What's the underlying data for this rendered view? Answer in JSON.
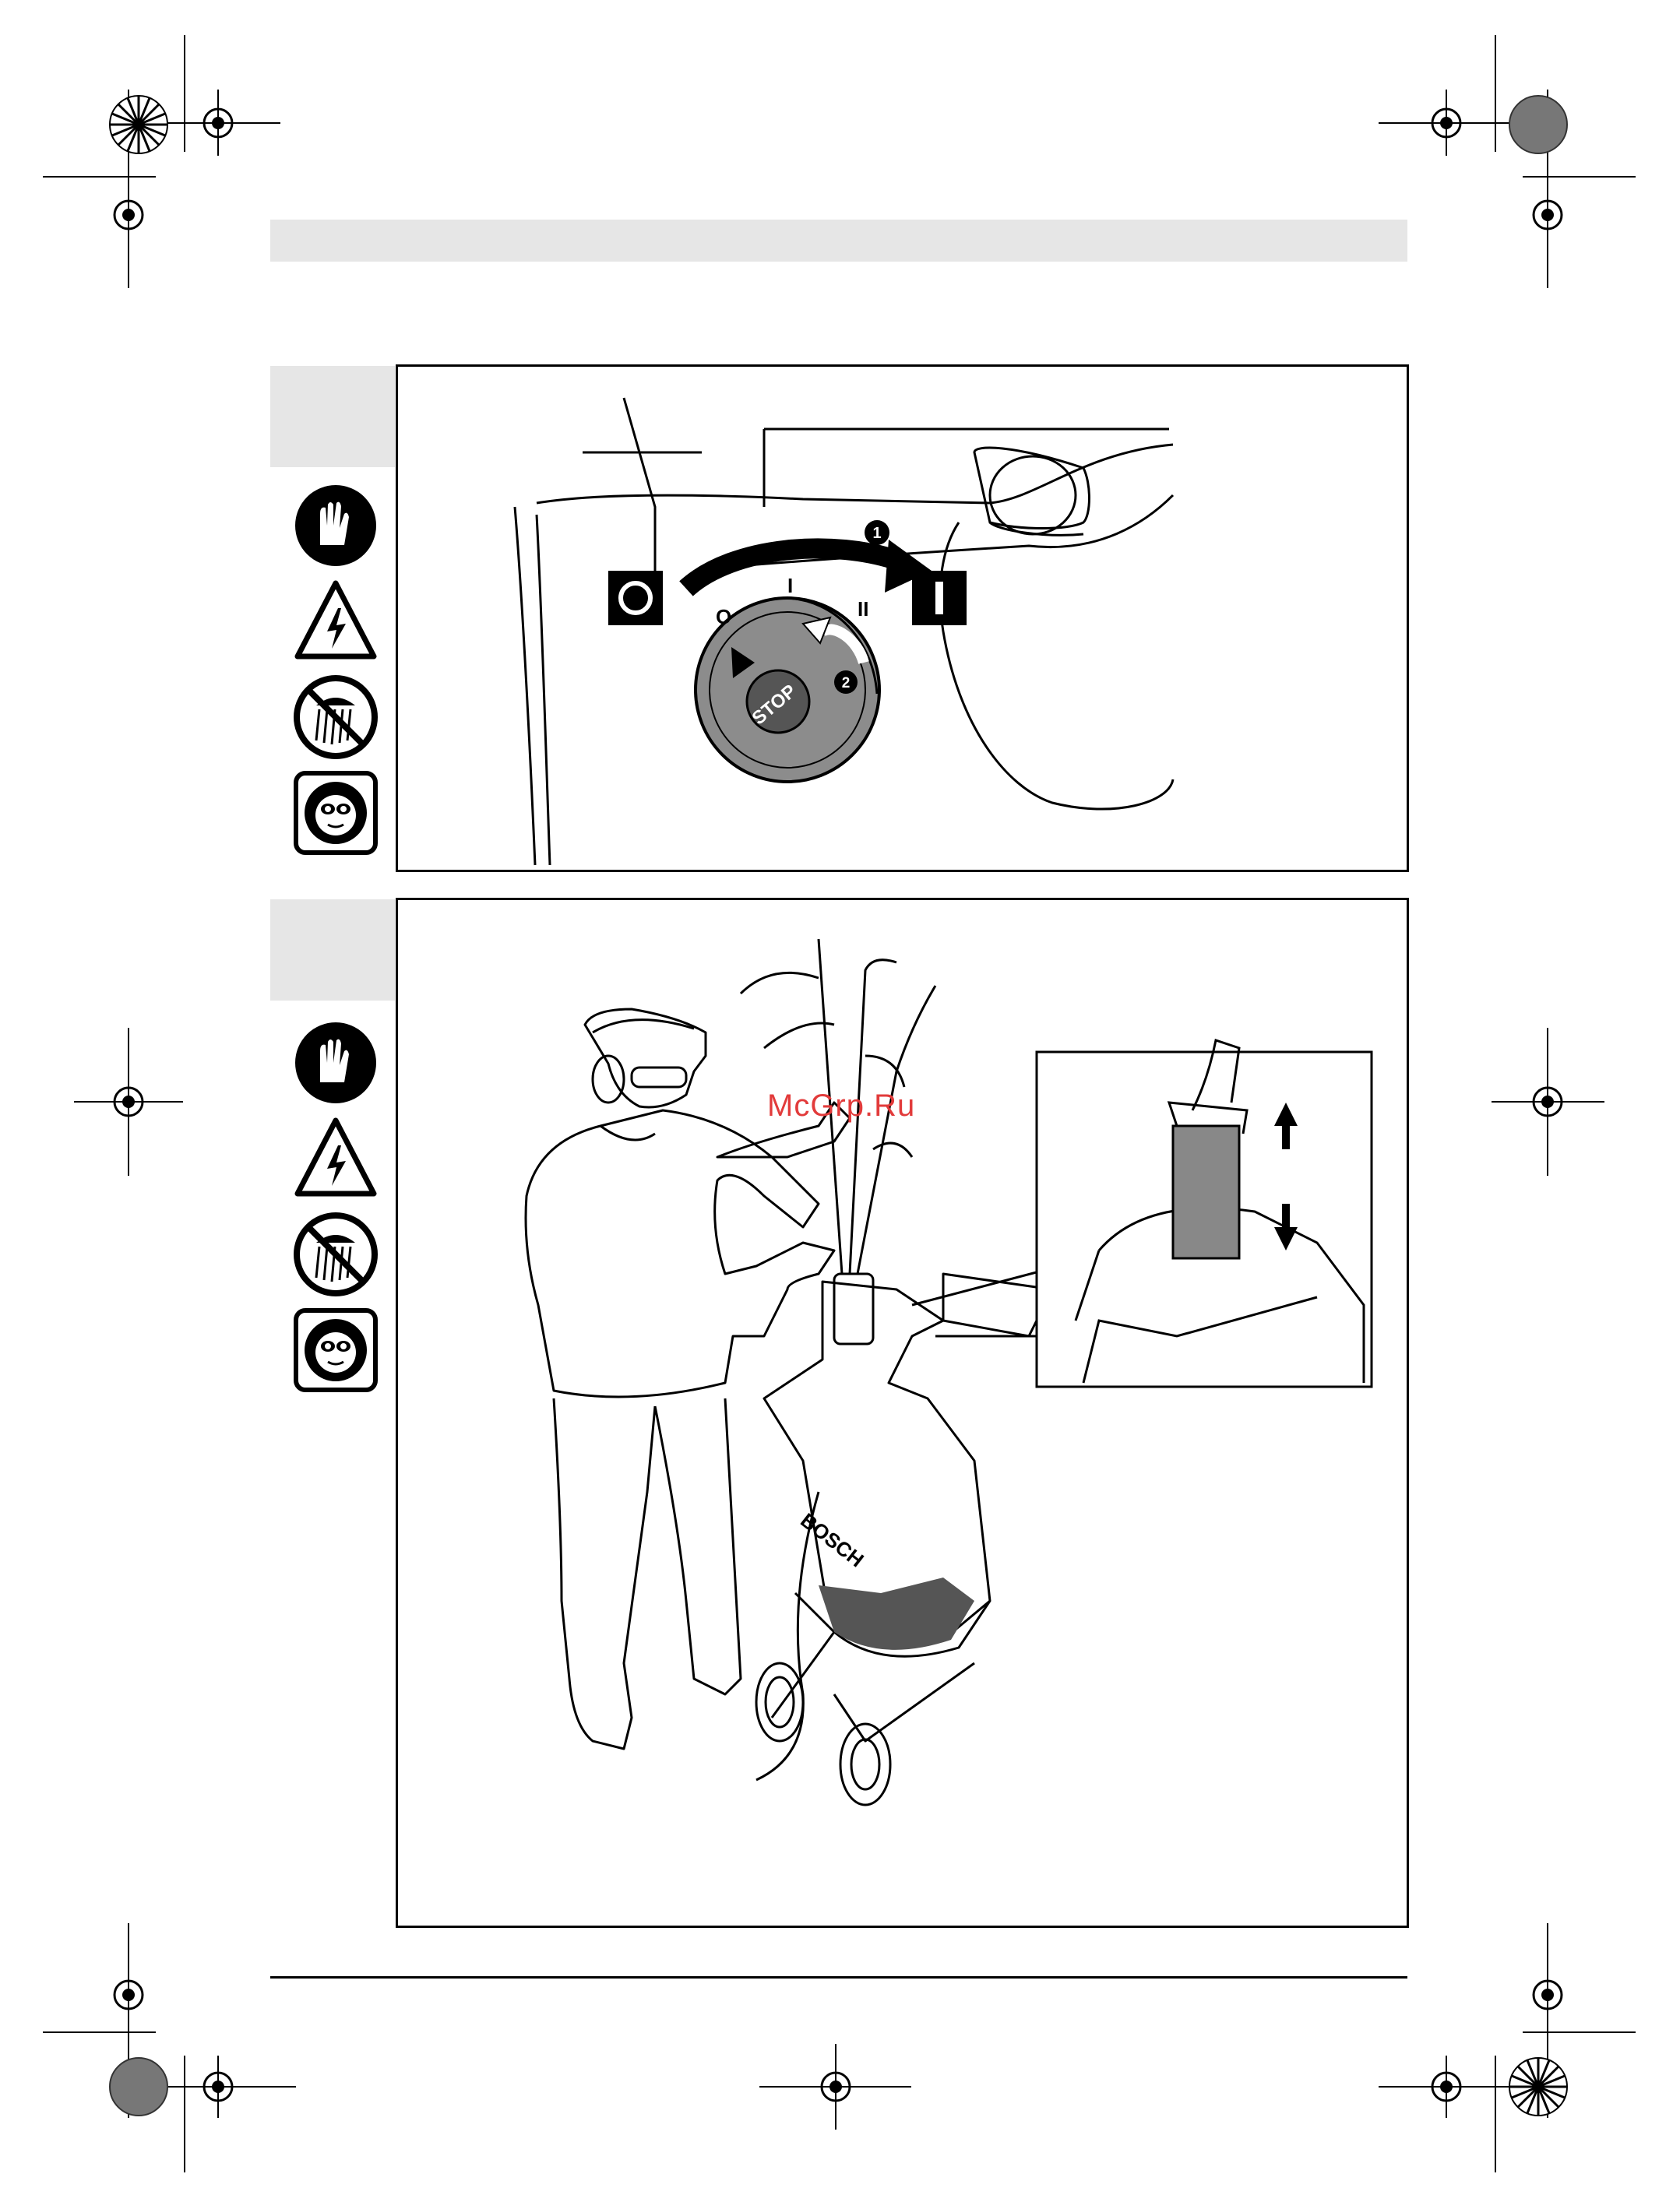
{
  "page": {
    "watermark": "McGrp.Ru"
  },
  "figures": [
    {
      "id": "switch",
      "switch_off_symbol": "O",
      "switch_on_symbol": "I",
      "dial_positions": [
        "O",
        "I",
        "II"
      ],
      "dial_stop_label": "STOP",
      "callouts": [
        "1",
        "2"
      ],
      "safety_icons": [
        "gloves-icon",
        "electric-shock-icon",
        "no-rain-icon",
        "ear-eye-protection-icon"
      ]
    },
    {
      "id": "operation",
      "brand_on_machine": "BOSCH",
      "safety_icons": [
        "gloves-icon",
        "electric-shock-icon",
        "no-rain-icon",
        "ear-eye-protection-icon"
      ]
    }
  ],
  "colors": {
    "band": "#e6e6e6",
    "ink": "#000000",
    "dial": "#8c8c8c",
    "watermark": "#e23b3b"
  }
}
